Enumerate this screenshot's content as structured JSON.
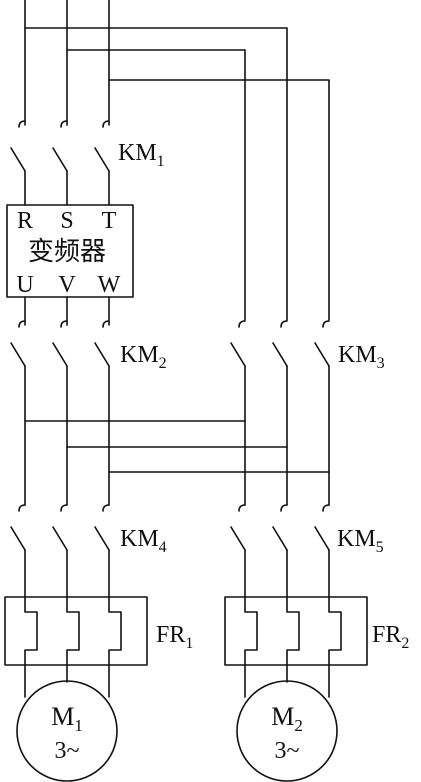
{
  "contactors": [
    {
      "id": "km1",
      "label": "KM",
      "sub": "1"
    },
    {
      "id": "km2",
      "label": "KM",
      "sub": "2"
    },
    {
      "id": "km3",
      "label": "KM",
      "sub": "3"
    },
    {
      "id": "km4",
      "label": "KM",
      "sub": "4"
    },
    {
      "id": "km5",
      "label": "KM",
      "sub": "5"
    }
  ],
  "inverter": {
    "inputs": [
      "R",
      "S",
      "T"
    ],
    "title": "变频器",
    "outputs": [
      "U",
      "V",
      "W"
    ]
  },
  "relays": [
    {
      "id": "fr1",
      "label": "FR",
      "sub": "1"
    },
    {
      "id": "fr2",
      "label": "FR",
      "sub": "2"
    }
  ],
  "motors": [
    {
      "id": "m1",
      "label": "M",
      "sub": "1",
      "phase": "3~"
    },
    {
      "id": "m2",
      "label": "M",
      "sub": "2",
      "phase": "3~"
    }
  ]
}
